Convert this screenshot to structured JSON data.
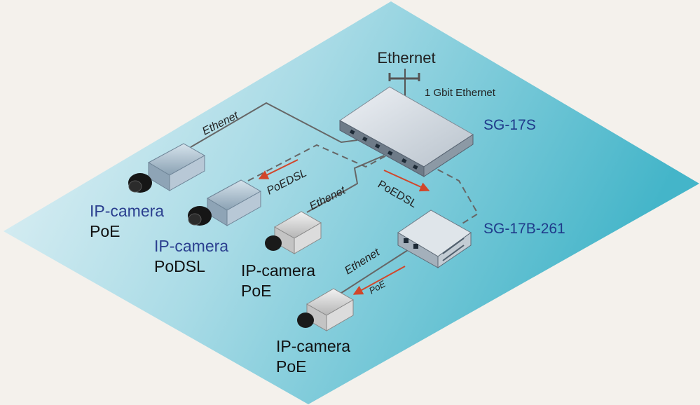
{
  "labels": {
    "ethernet_top": "Ethernet",
    "gbit": "1 Gbit Ethernet",
    "switch_main": "SG-17S",
    "switch_remote": "SG-17B-261",
    "ethenet_cam1": "Ethenet",
    "ethenet_cam3": "Ethenet",
    "ethenet_cam4": "Ethenet",
    "podsl_cam2": "PoEDSL",
    "podsl_link": "PoEDSL",
    "poe_cam4": "PoE"
  },
  "cameras": [
    {
      "line1": "IP-camera",
      "line2": "PoE"
    },
    {
      "line1": "IP-camera",
      "line2": "PoDSL"
    },
    {
      "line1": "IP-camera",
      "line2": "PoE"
    },
    {
      "line1": "IP-camera",
      "line2": "PoE"
    }
  ],
  "colors": {
    "device_label": "#1f3a8a",
    "camera_label_blue": "#2b3f8f",
    "arrow": "#d2462a",
    "cable": "#666666"
  }
}
